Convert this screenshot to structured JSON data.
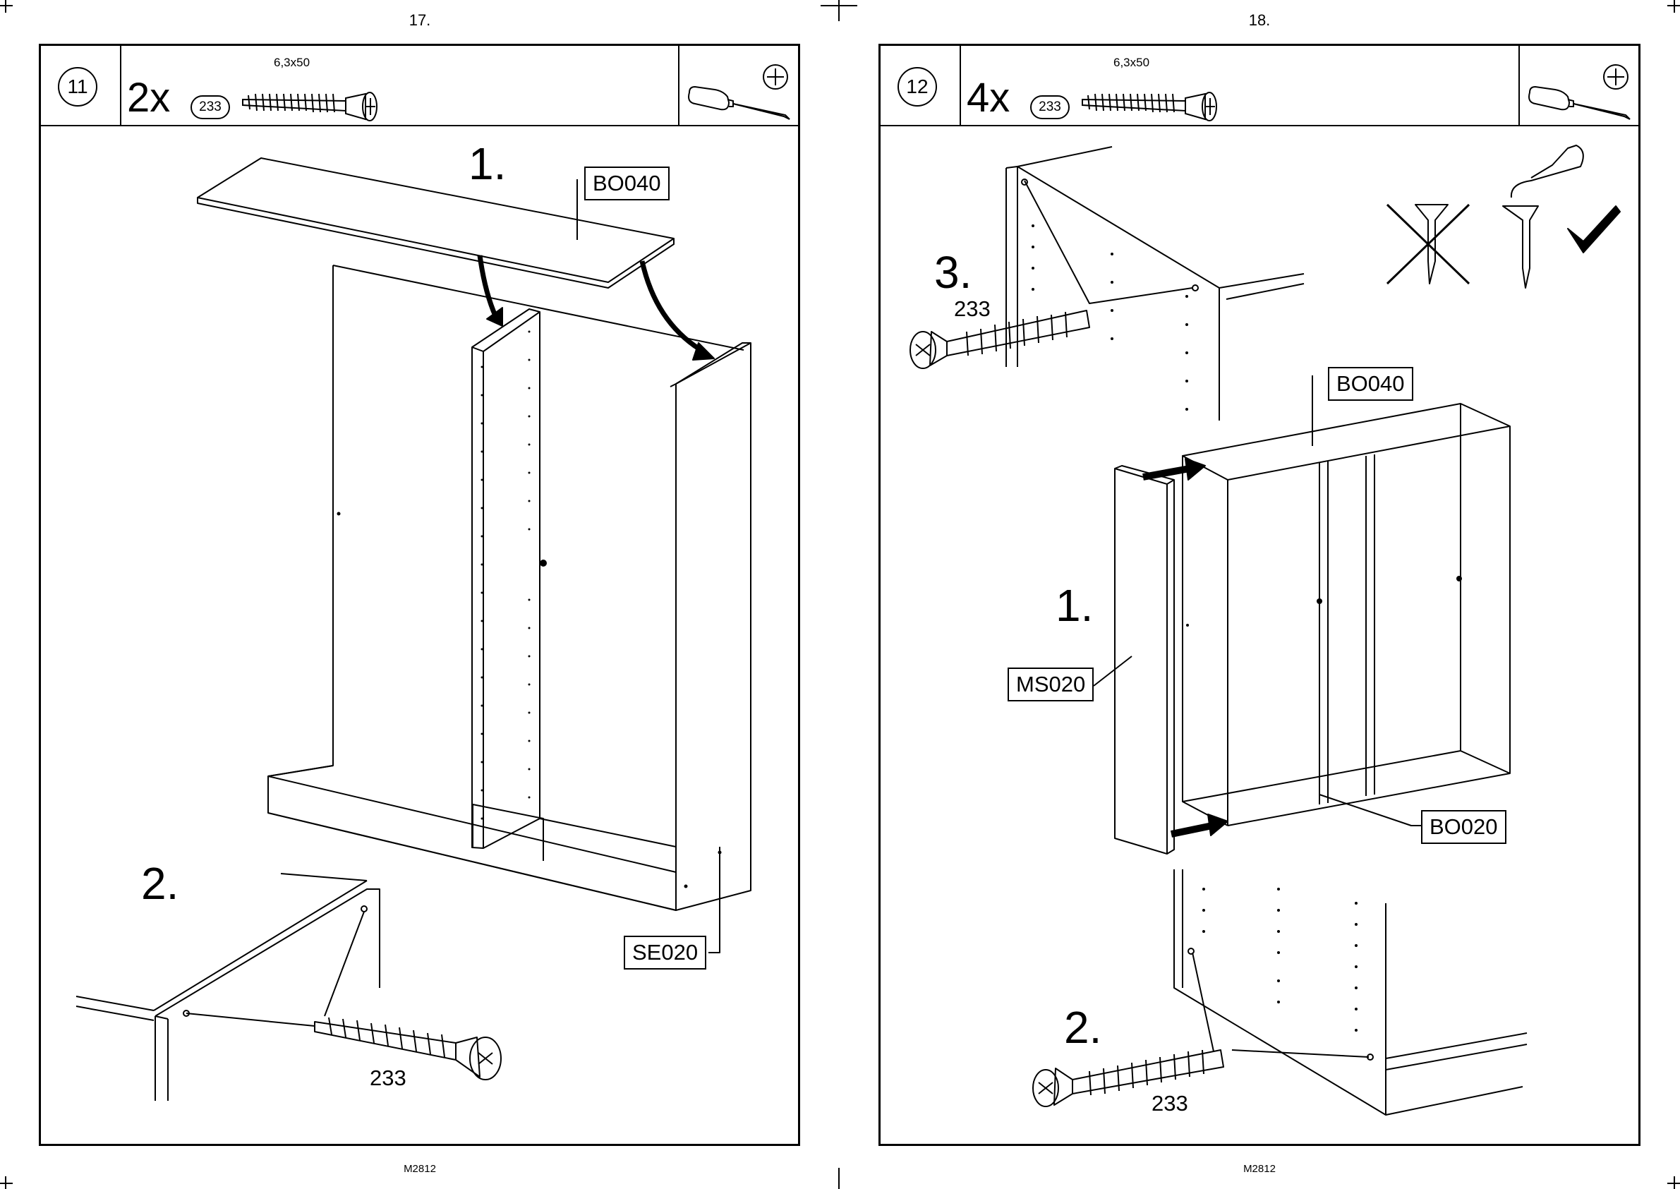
{
  "left_page": {
    "page_number": "17.",
    "footer": "M2812",
    "step": "11",
    "quantity": "2x",
    "part_ref": "233",
    "screw_size": "6,3x50",
    "substeps": {
      "a": "1.",
      "b": "2."
    },
    "labels": {
      "top": "BO040",
      "side": "SE020"
    },
    "part_number": "233"
  },
  "right_page": {
    "page_number": "18.",
    "footer": "M2812",
    "step": "12",
    "quantity": "4x",
    "part_ref": "233",
    "screw_size": "6,3x50",
    "substeps": {
      "a": "3.",
      "b": "1.",
      "c": "2."
    },
    "labels": {
      "top": "BO040",
      "divider": "MS020",
      "bottom": "BO020"
    },
    "part_numbers": {
      "upper": "233",
      "lower": "233"
    }
  },
  "icons": [
    "screwdriver-icon",
    "phillips-head-icon",
    "screw-icon",
    "cross-out-icon",
    "checkmark-icon",
    "finger-icon",
    "arrow-icon"
  ]
}
